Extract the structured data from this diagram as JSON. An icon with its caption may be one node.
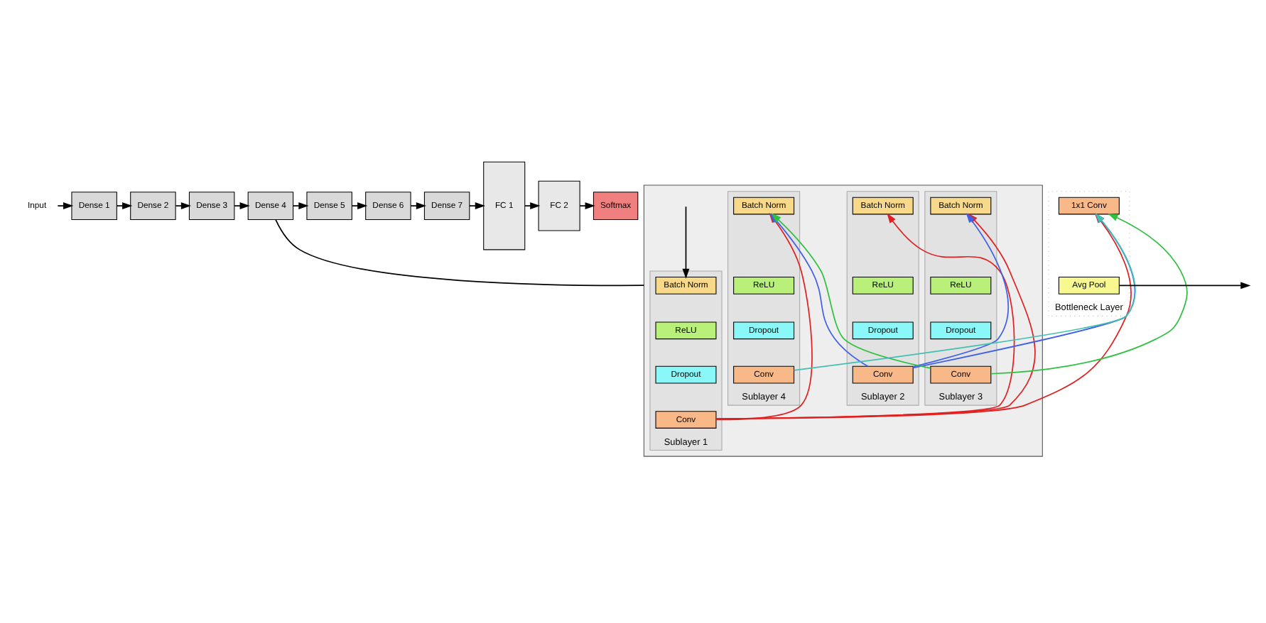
{
  "diagram": {
    "nodes": [
      {
        "text": [
          "Input"
        ]
      },
      {
        "text": [
          "Dense 1"
        ]
      },
      {
        "text": [
          "Dense 2"
        ]
      },
      {
        "text": [
          "Dense 3"
        ]
      },
      {
        "text": [
          "Dense 4"
        ]
      },
      {
        "text": [
          "Dense 5"
        ]
      },
      {
        "text": [
          "Dense 6"
        ]
      },
      {
        "text": [
          "Dense 7"
        ]
      },
      {
        "text": [
          "FC 1"
        ]
      },
      {
        "text": [
          "FC 2"
        ]
      },
      {
        "text": [
          "Softmax"
        ]
      },
      {
        "text": [],
        "shape": "box"
      },
      {
        "text": [
          "Sublayer 1"
        ],
        "in": 11
      },
      {
        "text": [
          "Batch Norm"
        ],
        "in": 12
      },
      {
        "text": [
          "ReLU"
        ],
        "in": 12
      },
      {
        "text": [
          "Dropout"
        ],
        "in": 12
      },
      {
        "text": [
          "Conv"
        ],
        "in": 12
      },
      {
        "text": [
          "Sublayer 2"
        ],
        "in": 11
      },
      {
        "text": [
          "Batch Norm"
        ],
        "in": 17
      },
      {
        "text": [
          "ReLU"
        ],
        "in": 17
      },
      {
        "text": [
          "Dropout"
        ],
        "in": 17
      },
      {
        "text": [
          "Conv"
        ],
        "in": 17
      },
      {
        "text": [
          "Sublayer 3"
        ],
        "in": 11
      },
      {
        "text": [
          "Batch Norm"
        ],
        "in": 22
      },
      {
        "text": [
          "ReLU"
        ],
        "in": 22
      },
      {
        "text": [
          "Dropout"
        ],
        "in": 22
      },
      {
        "text": [
          "Conv"
        ],
        "in": 22
      },
      {
        "text": [
          "Sublayer 4"
        ],
        "in": 11
      },
      {
        "text": [
          "Batch Norm"
        ],
        "in": 27
      },
      {
        "text": [
          "ReLU"
        ],
        "in": 27
      },
      {
        "text": [
          "Dropout"
        ],
        "in": 27
      },
      {
        "text": [
          "Conv"
        ],
        "in": 27
      },
      {
        "text": [
          "Bottleneck Layer"
        ]
      },
      {
        "text": [
          "1x1 Conv"
        ],
        "in": 32
      },
      {
        "text": [
          "Avg Pool"
        ],
        "in": 32
      }
    ],
    "edges": [
      {
        "from": 0,
        "to": 1,
        "arrow": "to"
      },
      {
        "from": 1,
        "to": 2,
        "arrow": "to"
      },
      {
        "from": 2,
        "to": 3,
        "arrow": "to"
      },
      {
        "from": 3,
        "to": 4,
        "arrow": "to"
      },
      {
        "from": 4,
        "to": 5,
        "arrow": "to"
      },
      {
        "from": 5,
        "to": 6,
        "arrow": "to"
      },
      {
        "from": 6,
        "to": 7,
        "arrow": "to"
      },
      {
        "from": 7,
        "to": 8,
        "arrow": "to"
      },
      {
        "from": 8,
        "to": 9,
        "arrow": "to"
      },
      {
        "from": 9,
        "to": 10,
        "arrow": "to"
      },
      {
        "from": 4,
        "to": 11,
        "arrow": "none"
      },
      {
        "from": null,
        "to": 13,
        "arrow": "to"
      },
      {
        "from": 16,
        "to": 18,
        "arrow": "to",
        "color": "#e02020"
      },
      {
        "from": 16,
        "to": 23,
        "arrow": "to",
        "color": "#e02020"
      },
      {
        "from": 16,
        "to": 28,
        "arrow": "to",
        "color": "#e02020"
      },
      {
        "from": 16,
        "to": 33,
        "arrow": "to",
        "color": "#e02020"
      },
      {
        "from": 21,
        "to": 23,
        "arrow": "to",
        "color": "#4060e8"
      },
      {
        "from": 21,
        "to": 28,
        "arrow": "to",
        "color": "#4060e8"
      },
      {
        "from": 21,
        "to": 33,
        "arrow": "to",
        "color": "#4060e8"
      },
      {
        "from": 26,
        "to": 28,
        "arrow": "to",
        "color": "#30c040"
      },
      {
        "from": 26,
        "to": 33,
        "arrow": "to",
        "color": "#30c040"
      },
      {
        "from": 31,
        "to": 33,
        "arrow": "to",
        "color": "#40c0b0"
      },
      {
        "from": 34,
        "to": null,
        "arrow": "to"
      }
    ]
  }
}
